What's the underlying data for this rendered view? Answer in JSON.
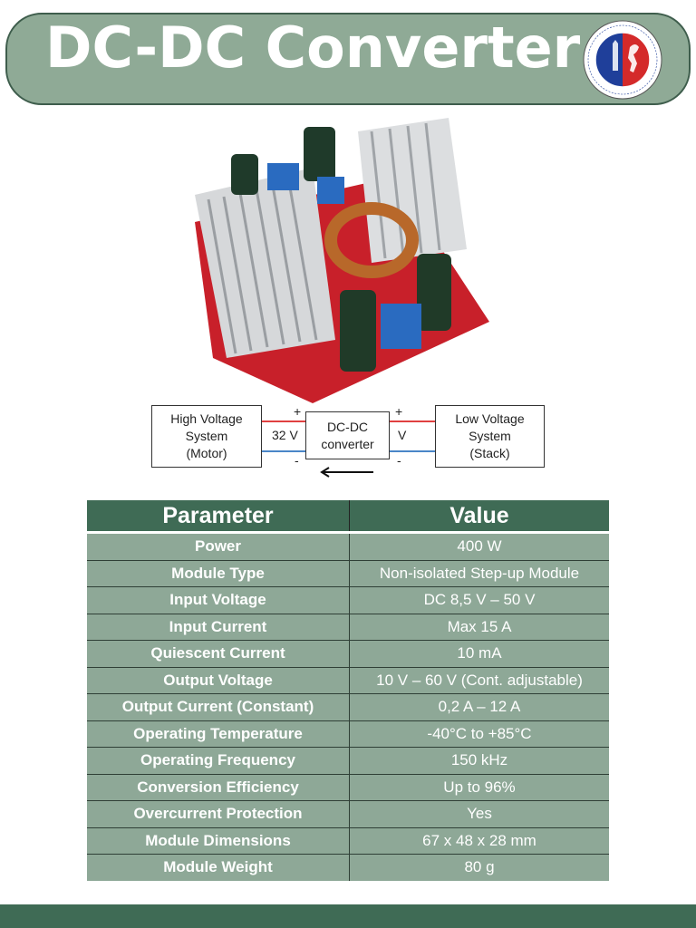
{
  "title": "DC-DC Converter",
  "seal": {
    "text": "STUDIUM GENERALE CIVITATIS PERUSII · A.D. MCCCVIII",
    "colors": {
      "left": "#1f3f9a",
      "right": "#d42a2a"
    }
  },
  "diagram": {
    "left_box": [
      "High Voltage",
      "System",
      "(Motor)"
    ],
    "center_box": [
      "DC-DC",
      "converter"
    ],
    "right_box": [
      "Low Voltage",
      "System",
      "(Stack)"
    ],
    "left_plus": "+",
    "left_minus": "-",
    "left_voltage": "32 V",
    "right_plus": "+",
    "right_minus": "-",
    "right_voltage": "V",
    "arrow": "←"
  },
  "table": {
    "headers": [
      "Parameter",
      "Value"
    ],
    "rows": [
      [
        "Power",
        "400 W"
      ],
      [
        "Module Type",
        "Non-isolated Step-up Module"
      ],
      [
        "Input Voltage",
        "DC 8,5 V – 50 V"
      ],
      [
        "Input Current",
        "Max 15 A"
      ],
      [
        "Quiescent Current",
        "10 mA"
      ],
      [
        "Output Voltage",
        "10 V – 60 V (Cont. adjustable)"
      ],
      [
        "Output Current (Constant)",
        "0,2 A – 12 A"
      ],
      [
        "Operating Temperature",
        "-40°C to +85°C"
      ],
      [
        "Operating Frequency",
        "150 kHz"
      ],
      [
        "Conversion Efficiency",
        "Up to 96%"
      ],
      [
        "Overcurrent Protection",
        "Yes"
      ],
      [
        "Module Dimensions",
        "67 x 48 x 28 mm"
      ],
      [
        "Module Weight",
        "80 g"
      ]
    ]
  },
  "colors": {
    "accent": "#3f6b55",
    "row": "#8ea897",
    "banner": "#8faa96"
  }
}
